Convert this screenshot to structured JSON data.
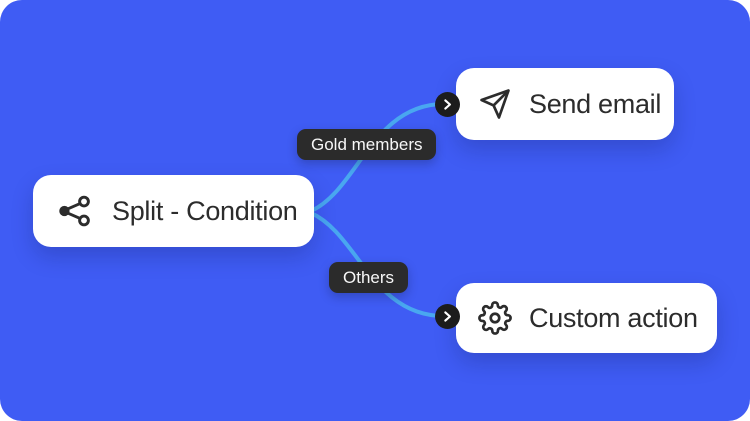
{
  "canvas": {
    "description": "workflow split branch diagram"
  },
  "flow": {
    "source_node": {
      "label": "Split - Condition",
      "icon": "split-icon"
    },
    "branches": [
      {
        "condition_label": "Gold members",
        "target": {
          "label": "Send email",
          "icon": "send-icon"
        }
      },
      {
        "condition_label": "Others",
        "target": {
          "label": "Custom action",
          "icon": "gear-icon"
        }
      }
    ],
    "port_glyph": "chevron-right"
  },
  "colors": {
    "background_color": "#3F5CF4",
    "connector_color": "#49A7F0",
    "pill_bg": "#2B2B2B",
    "port_bg": "#1C1C1C",
    "card_bg": "#FFFFFF",
    "text_color": "#2C2C2C",
    "pill_text": "#F7F7F7"
  }
}
